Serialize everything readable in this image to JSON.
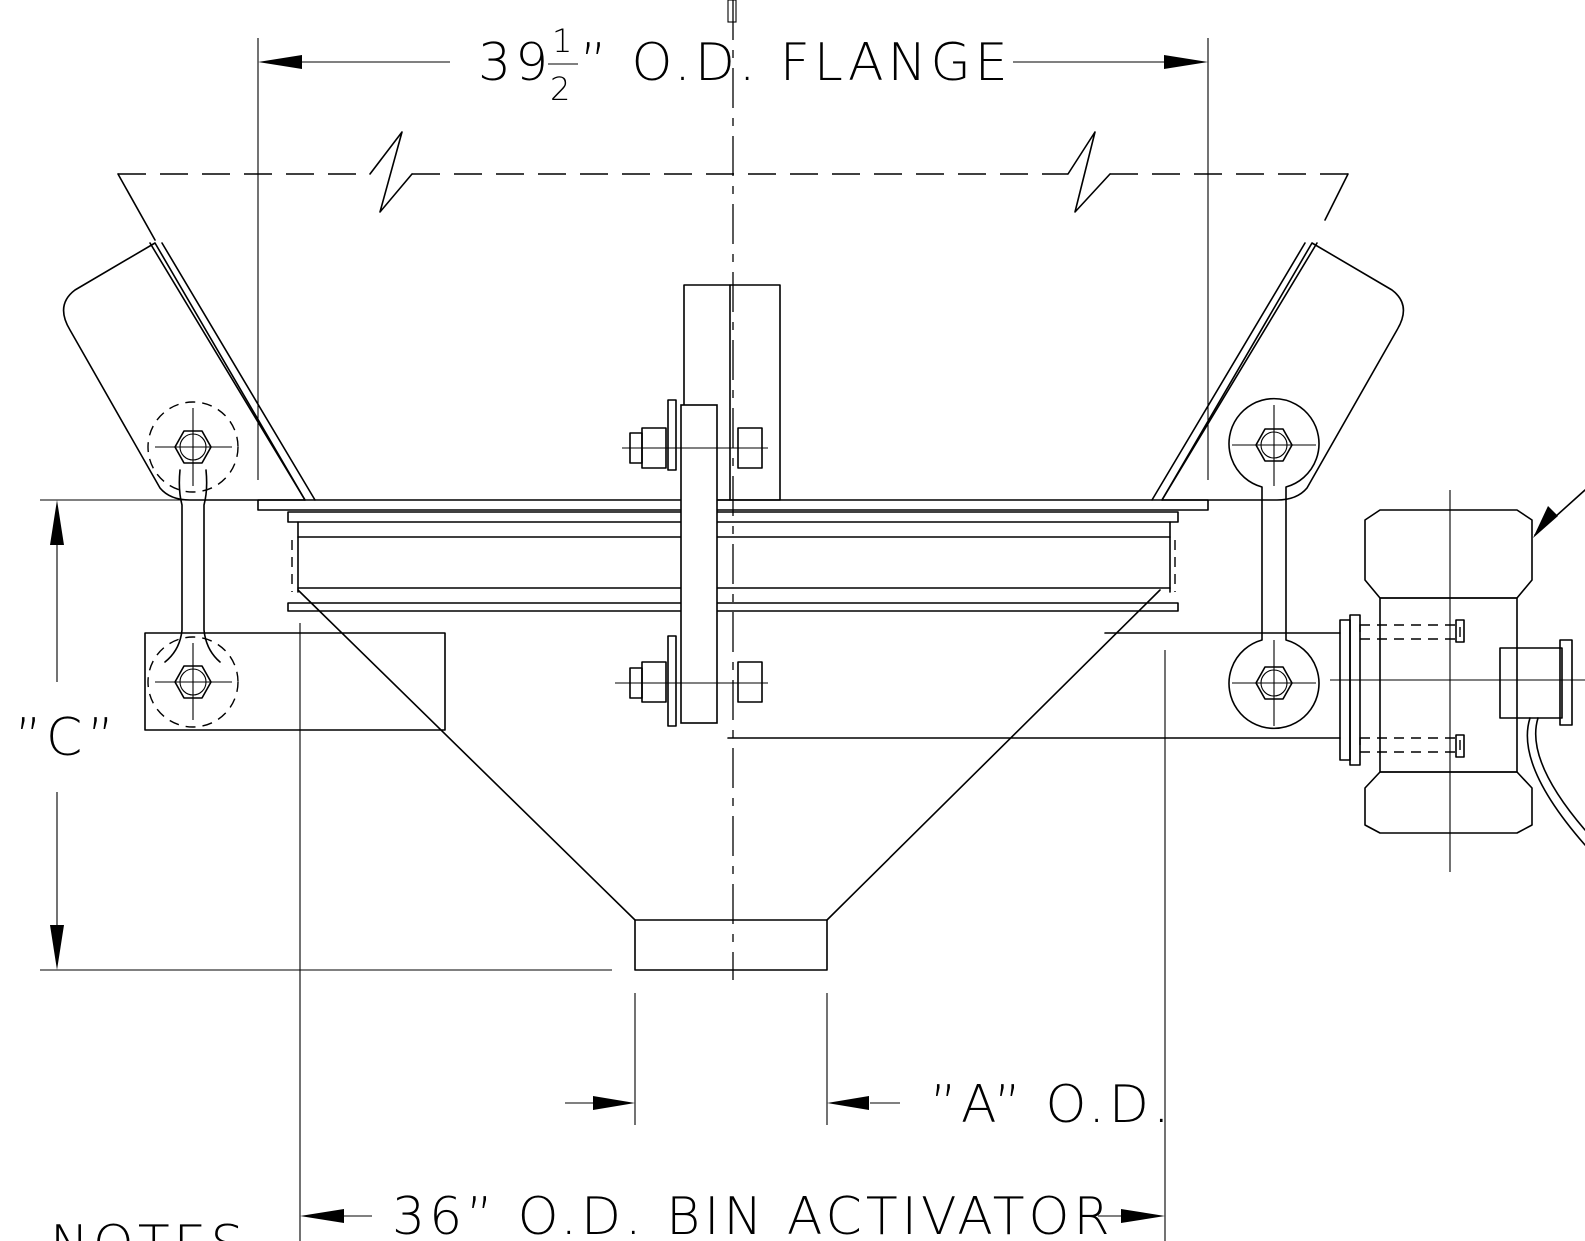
{
  "dimensions": {
    "flange_whole": "39",
    "flange_frac_num": "1",
    "flange_frac_den": "2",
    "flange_label": "” O.D. FLANGE",
    "c_label": "”C”",
    "a_label": "”A” O.D.",
    "bin_label": "36” O.D. BIN ACTIVATOR"
  },
  "notes": {
    "heading": "NOTES"
  }
}
